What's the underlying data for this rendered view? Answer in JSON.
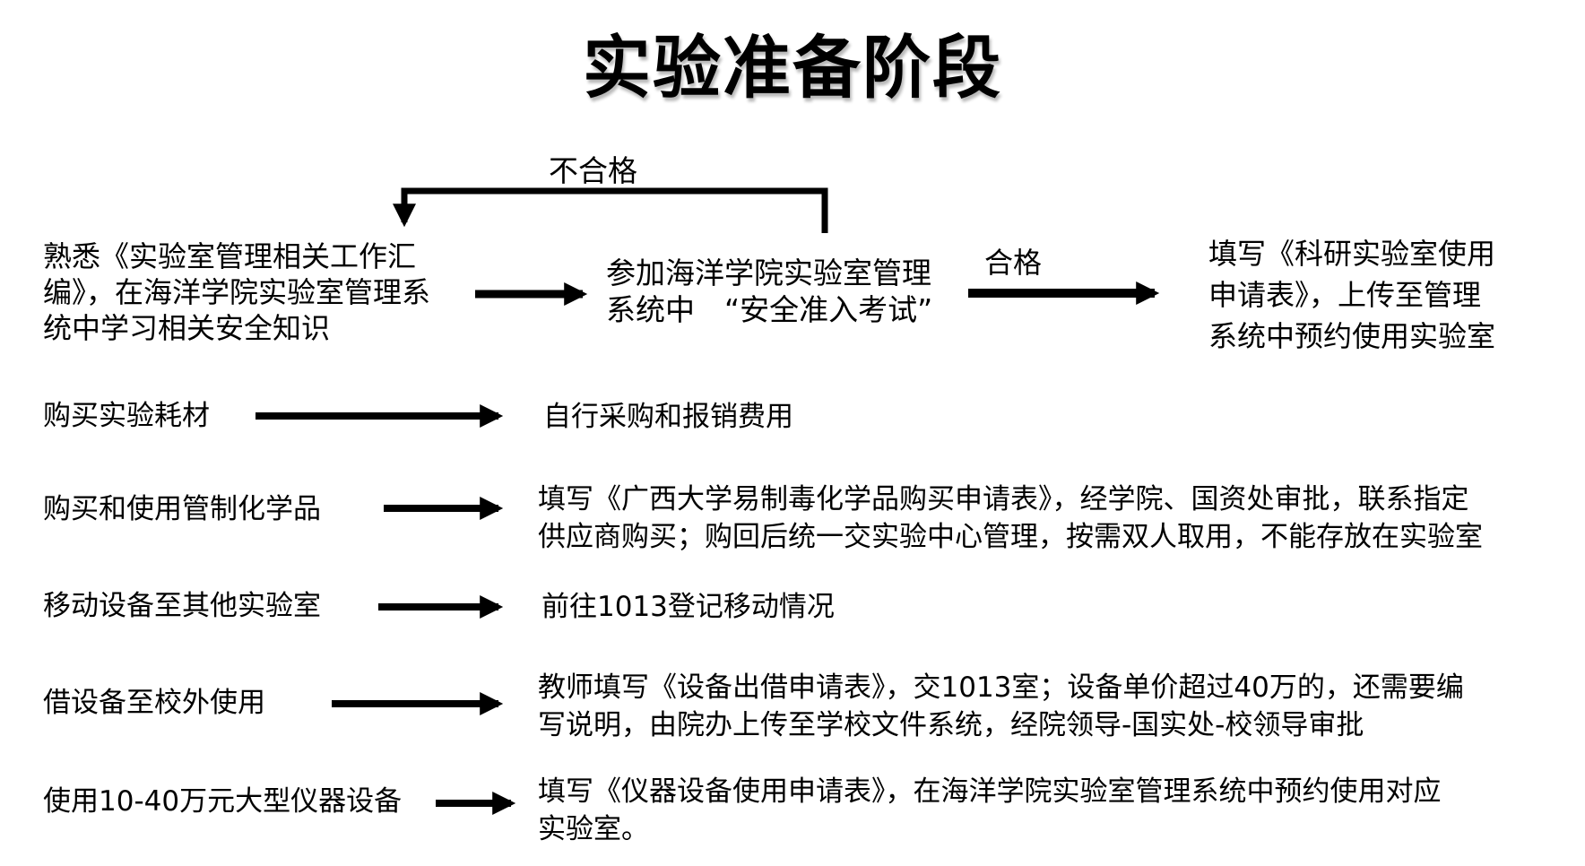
{
  "title": "实验准备阶段",
  "flow": {
    "fail_label": "不合格",
    "pass_label": "合格",
    "step1": "熟悉《实验室管理相关工作汇\n编》，在海洋学院实验室管理系\n统中学习相关安全知识",
    "step2": "参加海洋学院实验室管理\n系统中　“安全准入考试”",
    "step3": "填写《科研实验室使用\n申请表》，上传至管理\n系统中预约使用实验室"
  },
  "rows": [
    {
      "label": "购买实验耗材",
      "detail": "自行采购和报销费用"
    },
    {
      "label": "购买和使用管制化学品",
      "detail": "填写《广西大学易制毒化学品购买申请表》，经学院、国资处审批，联系指定\n供应商购买；购回后统一交实验中心管理，按需双人取用，不能存放在实验室"
    },
    {
      "label": "移动设备至其他实验室",
      "detail": "前往1013登记移动情况"
    },
    {
      "label": "借设备至校外使用",
      "detail": "教师填写《设备出借申请表》，交1013室；设备单价超过40万的，还需要编\n写说明，由院办上传至学校文件系统，经院领导-国实处-校领导审批"
    },
    {
      "label": "使用10-40万元大型仪器设备",
      "detail": "填写《仪器设备使用申请表》，在海洋学院实验室管理系统中预约使用对应\n实验室。"
    }
  ],
  "colors": {
    "text": "#000000",
    "background": "#ffffff",
    "arrow": "#000000"
  }
}
